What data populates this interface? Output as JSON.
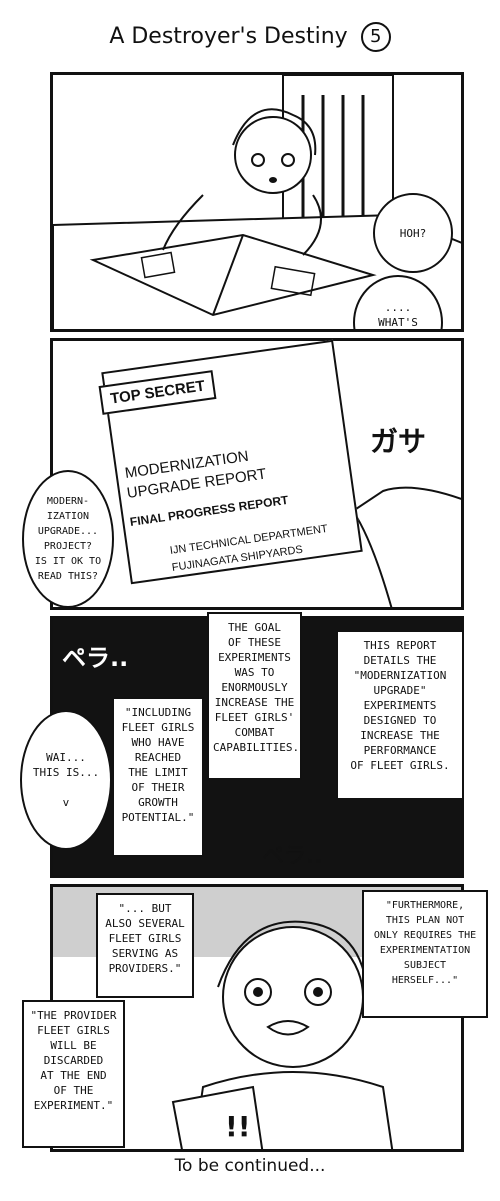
{
  "page": {
    "title": "A Destroyer's Destiny",
    "chapter_number": "5",
    "footer": "To be continued..."
  },
  "panel1": {
    "bubble_1": "HOH?",
    "bubble_2": "....\nWHAT'S\nTHIS?"
  },
  "panel2": {
    "stamp": "TOP SECRET",
    "doc_title_line1": "MODERNIZATION",
    "doc_title_line2": "UPGRADE REPORT",
    "doc_subtitle": "FINAL PROGRESS REPORT",
    "doc_dept1": "IJN TECHNICAL DEPARTMENT",
    "doc_dept2": "FUJINAGATA SHIPYARDS",
    "sfx": "ガサ",
    "bubble": "MODERN-\nIZATION\nUPGRADE...\nPROJECT?\nIS IT OK TO\nREAD THIS?"
  },
  "panel3": {
    "sfx_1": "ペラ..",
    "sfx_2": "ペラ..",
    "box_left": "\"INCLUDING\nFLEET GIRLS\nWHO HAVE\nREACHED\nTHE LIMIT\nOF THEIR\nGROWTH\nPOTENTIAL.\"",
    "box_mid": "THE GOAL\nOF THESE\nEXPERIMENTS\nWAS TO\nENORMOUSLY\nINCREASE THE\nFLEET GIRLS'\nCOMBAT\nCAPABILITIES.",
    "box_right": "THIS REPORT\nDETAILS THE\n\"MODERNIZATION\nUPGRADE\"\nEXPERIMENTS\nDESIGNED TO\nINCREASE THE\nPERFORMANCE\nOF FLEET GIRLS.",
    "bubble": "WAI...\nTHIS IS...\n\nv"
  },
  "panel4": {
    "box_providers": "\"... BUT\nALSO SEVERAL\nFLEET GIRLS\nSERVING AS\nPROVIDERS.\"",
    "box_furthermore": "\"FURTHERMORE,\nTHIS PLAN NOT\nONLY REQUIRES THE\nEXPERIMENTATION\nSUBJECT HERSELF...\"",
    "box_discarded": "\"THE PROVIDER\nFLEET GIRLS\nWILL BE\nDISCARDED\nAT THE END\nOF THE\nEXPERIMENT.\"",
    "bubble": "!!"
  },
  "colors": {
    "ink": "#111111",
    "paper": "#ffffff",
    "screentone": "#cfcfcf"
  }
}
